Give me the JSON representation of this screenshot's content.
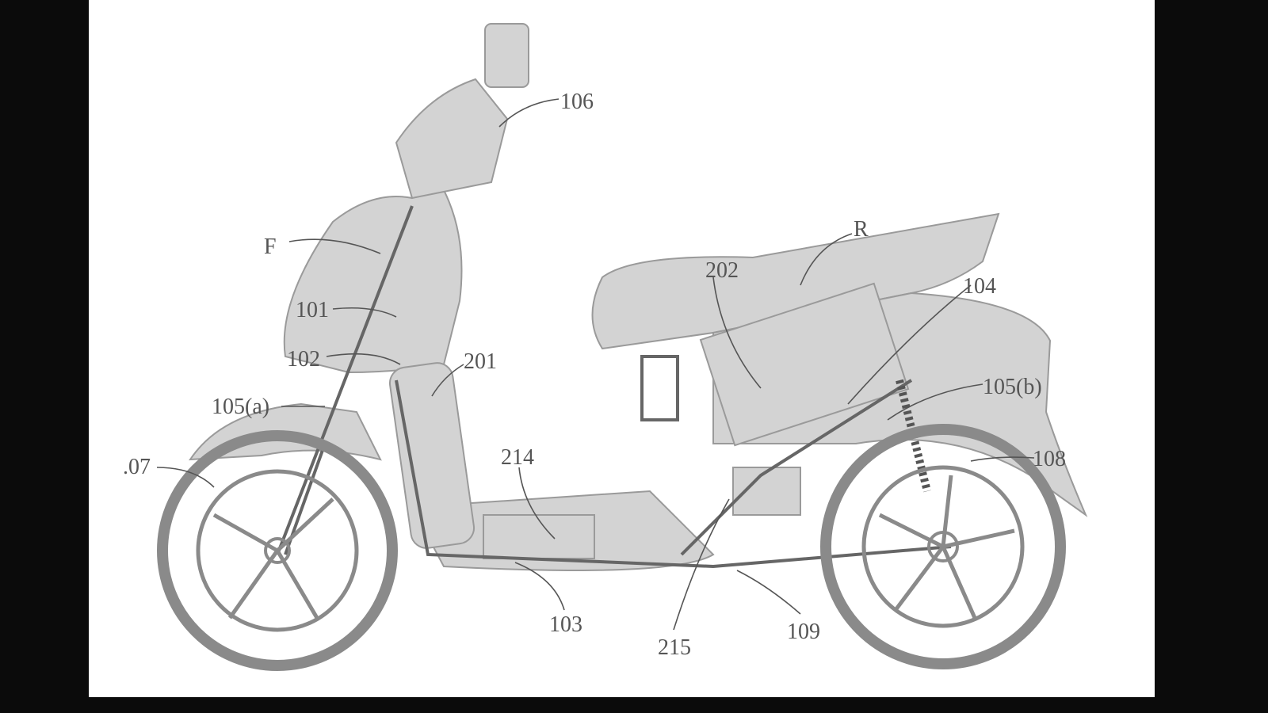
{
  "figure": {
    "type": "patent side-view drawing of electric scooter",
    "labels": {
      "l106": "106",
      "lF": "F",
      "lR": "R",
      "l202": "202",
      "l104": "104",
      "l101": "101",
      "l102": "102",
      "l201": "201",
      "l105a": "105(a)",
      "l105b": "105(b)",
      "l107": ".07",
      "l214": "214",
      "l108": "108",
      "l103": "103",
      "l215": "215",
      "l109": "109"
    }
  },
  "colors": {
    "background": "#ffffff",
    "frame": "#0b0b0b",
    "body": "#d3d3d3"
  }
}
